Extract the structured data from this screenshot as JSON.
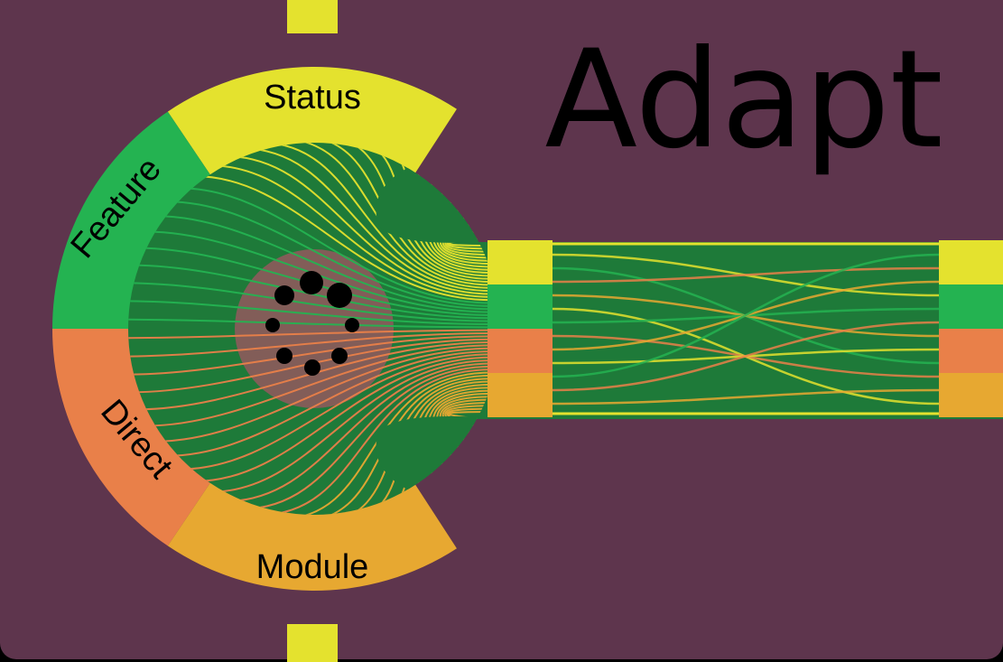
{
  "title": "Adapt",
  "segments": [
    {
      "label": "Status",
      "color": "#E4E22E"
    },
    {
      "label": "Feature",
      "color": "#24B351"
    },
    {
      "label": "Direct",
      "color": "#E98049"
    },
    {
      "label": "Module",
      "color": "#E7A831"
    }
  ],
  "colors": {
    "background": "#5E354D",
    "disc": "#1E7A39",
    "hub": "#A45463",
    "plug": "#E4E22E",
    "dot": "#000000"
  },
  "icons": [
    "connector-plug-icon",
    "hub-dots-icon"
  ]
}
